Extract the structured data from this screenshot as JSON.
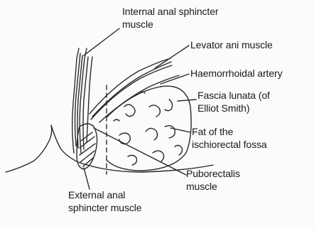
{
  "labels": {
    "internal_sphincter_1": "Internal anal sphincter",
    "internal_sphincter_2": "muscle",
    "levator_ani": "Levator ani muscle",
    "haemorrhoidal_artery": "Haemorrhoidal artery",
    "fascia_lunata_1": "Fascia lunata (of",
    "fascia_lunata_2": "Elliot Smith)",
    "fat_1": "Fat of the",
    "fat_2": "ischiorectal fossa",
    "puborectalis_1": "Puborectalis",
    "puborectalis_2": "muscle",
    "external_sphincter_1": "External anal",
    "external_sphincter_2": "sphincter muscle"
  }
}
